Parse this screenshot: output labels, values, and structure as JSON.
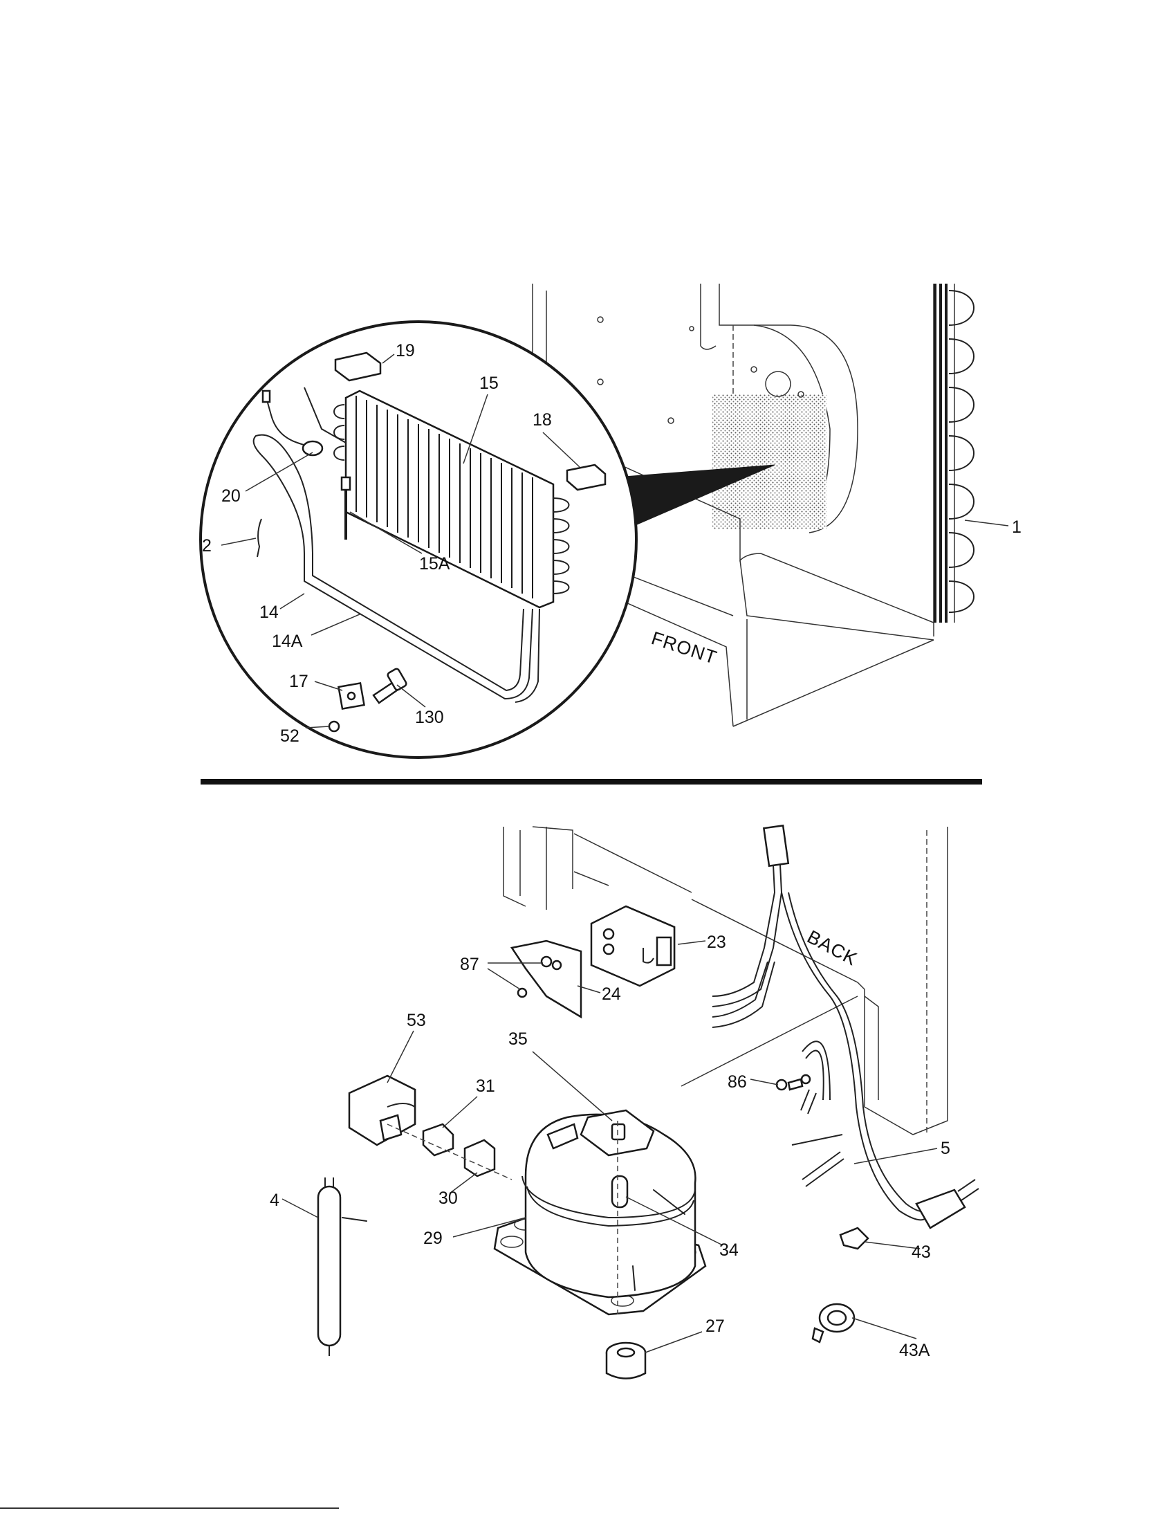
{
  "figure": {
    "upper_section": {
      "side_labels": {
        "front": "FRONT"
      },
      "part_labels": {
        "p19": "19",
        "p15": "15",
        "p18": "18",
        "p20": "20",
        "p2": "2",
        "p15a": "15A",
        "p14": "14",
        "p14a": "14A",
        "p17": "17",
        "p130": "130",
        "p52": "52",
        "p1": "1"
      }
    },
    "lower_section": {
      "side_labels": {
        "back": "BACK"
      },
      "part_labels": {
        "p23": "23",
        "p87": "87",
        "p24": "24",
        "p53": "53",
        "p35": "35",
        "p31": "31",
        "p86": "86",
        "p5": "5",
        "p30": "30",
        "p4": "4",
        "p29": "29",
        "p34": "34",
        "p43": "43",
        "p27": "27",
        "p43a": "43A"
      }
    }
  }
}
